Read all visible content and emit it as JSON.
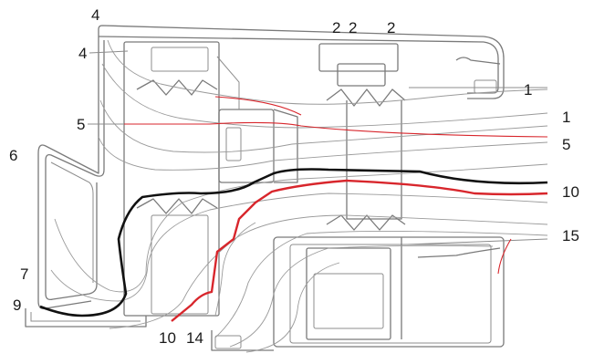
{
  "colors": {
    "isotherm_default": "#9a9a9a",
    "isotherm_highlight_red": "#d8262c",
    "isotherm_highlight_black": "#111111",
    "profile_outline": "#7a7a7a"
  },
  "labels": [
    {
      "id": "l4a",
      "text": "4"
    },
    {
      "id": "l4b",
      "text": "4"
    },
    {
      "id": "l5a",
      "text": "5"
    },
    {
      "id": "l6",
      "text": "6"
    },
    {
      "id": "l7",
      "text": "7"
    },
    {
      "id": "l9",
      "text": "9"
    },
    {
      "id": "l10a",
      "text": "10"
    },
    {
      "id": "l14",
      "text": "14"
    },
    {
      "id": "l2a",
      "text": "2"
    },
    {
      "id": "l2b",
      "text": "2"
    },
    {
      "id": "l2c",
      "text": "2"
    },
    {
      "id": "l1a",
      "text": "1"
    },
    {
      "id": "l1b",
      "text": "1"
    },
    {
      "id": "l5b",
      "text": "5"
    },
    {
      "id": "l10b",
      "text": "10"
    },
    {
      "id": "l15",
      "text": "15"
    }
  ]
}
